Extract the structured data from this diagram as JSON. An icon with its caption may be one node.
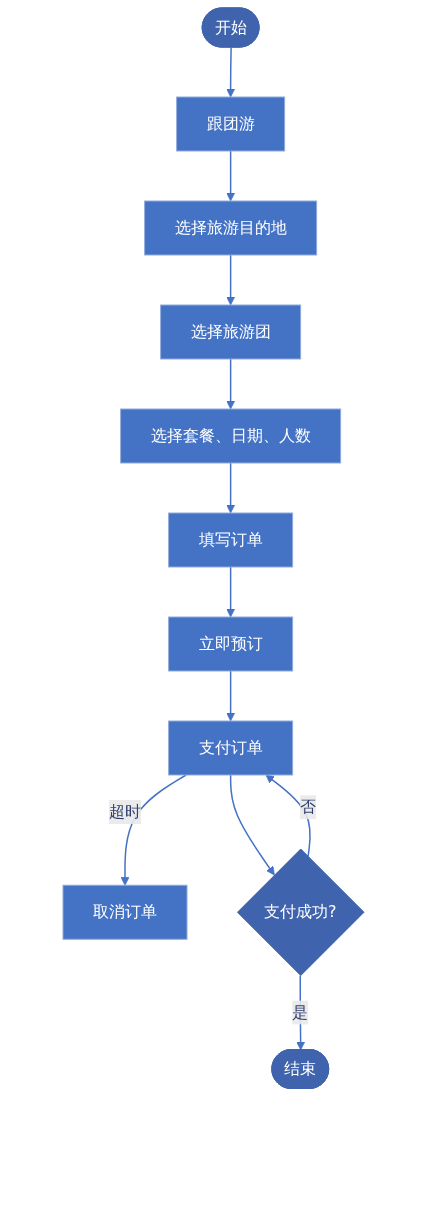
{
  "diagram": {
    "nodes": [
      {
        "text": [
          "开始"
        ]
      },
      {
        "text": [
          "跟团游"
        ]
      },
      {
        "text": [
          "选择旅游目的地"
        ]
      },
      {
        "text": [
          "选择旅游团"
        ]
      },
      {
        "text": [
          "选择套餐、日期、人数"
        ]
      },
      {
        "text": [
          "填写订单"
        ]
      },
      {
        "text": [
          "立即预订"
        ]
      },
      {
        "text": [
          "取消订单"
        ]
      },
      {
        "text": [
          "支付订单"
        ]
      },
      {
        "text": [
          "支付成功?"
        ]
      },
      {
        "text": [
          "结束"
        ]
      }
    ],
    "edges": [
      {
        "from": 0,
        "to": 1,
        "arrow": "to"
      },
      {
        "from": 1,
        "to": 2,
        "arrow": "to"
      },
      {
        "from": 2,
        "to": 3,
        "arrow": "to"
      },
      {
        "from": 3,
        "to": 4,
        "arrow": "to"
      },
      {
        "from": 4,
        "to": 5,
        "arrow": "to"
      },
      {
        "from": 5,
        "to": 6,
        "arrow": "to"
      },
      {
        "from": 6,
        "to": 8,
        "arrow": "to"
      },
      {
        "from": 8,
        "to": 7,
        "label": "超时",
        "arrow": "to"
      },
      {
        "from": 8,
        "to": 9,
        "arrow": "to"
      },
      {
        "from": 9,
        "to": 8,
        "label": "否",
        "arrow": "to"
      },
      {
        "from": 9,
        "to": 10,
        "label": "是",
        "arrow": "to"
      }
    ]
  }
}
